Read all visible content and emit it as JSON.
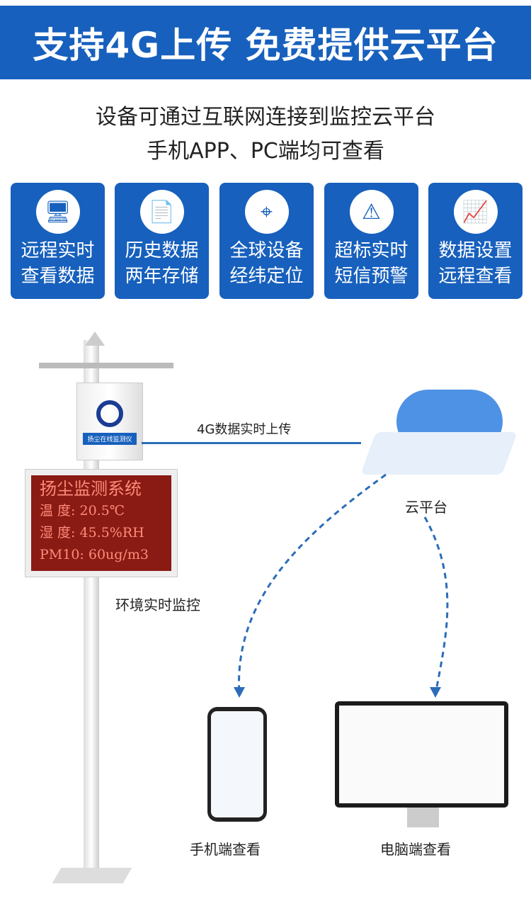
{
  "header": {
    "title": "支持4G上传 免费提供云平台"
  },
  "subtitle": {
    "line1": "设备可通过互联网连接到监控云平台",
    "line2": "手机APP、PC端均可查看"
  },
  "features": [
    {
      "icon": "monitor-cursor-icon",
      "line1": "远程实时",
      "line2": "查看数据"
    },
    {
      "icon": "document-clock-icon",
      "line1": "历史数据",
      "line2": "两年存储"
    },
    {
      "icon": "location-pin-icon",
      "line1": "全球设备",
      "line2": "经纬定位"
    },
    {
      "icon": "alarm-light-icon",
      "line1": "超标实时",
      "line2": "短信预警"
    },
    {
      "icon": "trend-chart-icon",
      "line1": "数据设置",
      "line2": "远程查看"
    }
  ],
  "device": {
    "box_label": "扬尘在线监测仪",
    "led": [
      "扬尘监测系统",
      "温 度:  20.5℃",
      "湿 度:  45.5%RH",
      "PM10:  60ug/m3"
    ]
  },
  "labels": {
    "upload": "4G数据实时上传",
    "cloud": "云平台",
    "monitor": "环境实时监控",
    "phone": "手机端查看",
    "pc": "电脑端查看"
  },
  "colors": {
    "brand": "#1760bd",
    "led_bg": "#8a1a14"
  }
}
